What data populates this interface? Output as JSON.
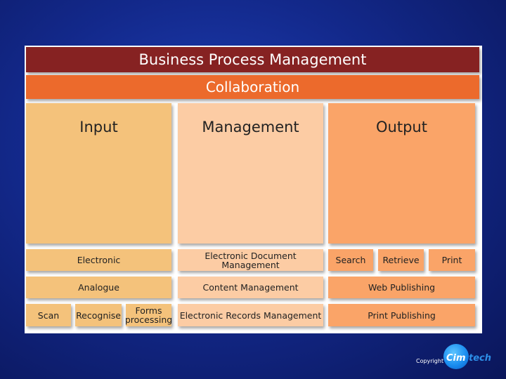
{
  "diagram": {
    "title": "Business Process Management",
    "collaboration": "Collaboration",
    "columns": {
      "input": "Input",
      "management": "Management",
      "output": "Output"
    },
    "input_items": {
      "electronic": "Electronic",
      "analogue": "Analogue",
      "scan": "Scan",
      "recognise": "Recognise",
      "forms_processing": "Forms processing"
    },
    "management_items": {
      "edm": "Electronic Document Management",
      "content": "Content Management",
      "erm": "Electronic Records Management"
    },
    "output_items": {
      "search": "Search",
      "retrieve": "Retrieve",
      "print": "Print",
      "web_publishing": "Web Publishing",
      "print_publishing": "Print Publishing"
    }
  },
  "footer": {
    "copyright": "Copyright",
    "logo_part1": "Cim",
    "logo_part2": "tech"
  },
  "colors": {
    "background": "#13298c",
    "bpm_bar": "#862222",
    "collaboration_bar": "#ec6a2c",
    "input": "#f4c27b",
    "management": "#fccca4",
    "output": "#faa468",
    "logo": "#1b8ef0"
  }
}
